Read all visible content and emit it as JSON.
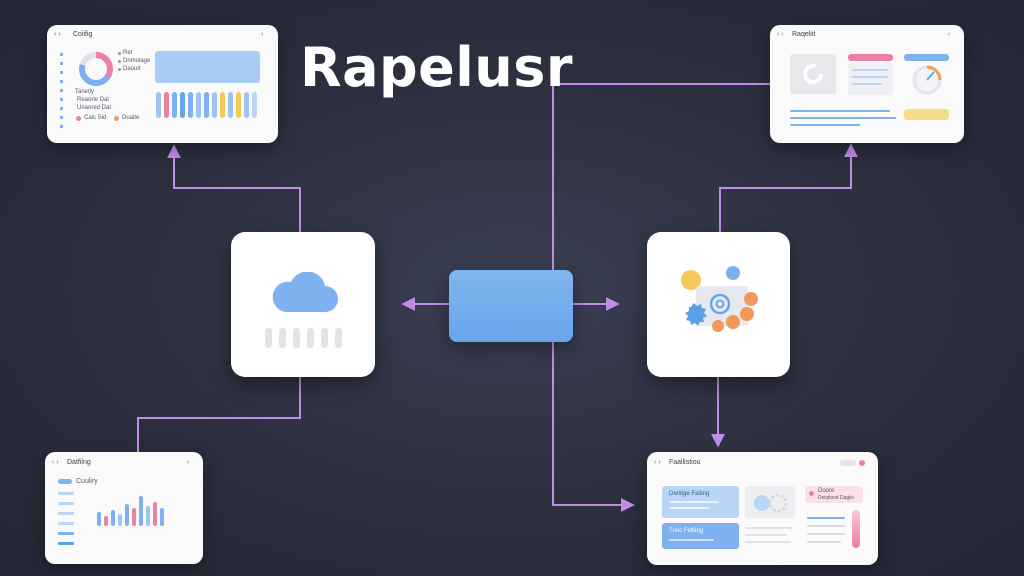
{
  "title": "Rapelusr",
  "colors": {
    "background": "#2b2f3e",
    "connector": "#c28de8",
    "hub": "#6aa5ea",
    "blue": "#7fb0ef",
    "pink": "#ec7fa5",
    "yellow": "#f5c95a",
    "orange": "#f29a5c"
  },
  "cards": {
    "top_left": {
      "heading": "Coiifig",
      "legend": [
        "Ret",
        "Dnmolage",
        "Daouit"
      ],
      "list_title": "Tanetiy",
      "list_items": [
        "Reaorle   Dal",
        "Unaored  Dat"
      ],
      "footer": [
        "Caic Sid",
        "Duaite"
      ]
    },
    "top_right": {
      "heading": "Raqeliit"
    },
    "bottom_left": {
      "heading": "Datfilng",
      "label": "Cuuliry"
    },
    "bottom_right": {
      "heading": "Faallistiou",
      "tile_1": "Dariitge Faiting",
      "tile_2": "Tuoc Feltling",
      "note_title": "Doore",
      "note_sub": "Dsiqitosd Dagiis"
    }
  }
}
